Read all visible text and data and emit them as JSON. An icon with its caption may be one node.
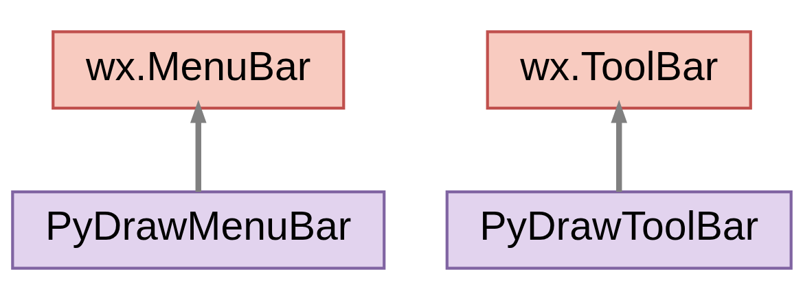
{
  "diagram": {
    "nodes": [
      {
        "text": [
          "wx.MenuBar"
        ]
      },
      {
        "text": [
          "wx.ToolBar"
        ]
      },
      {
        "text": [
          "PyDrawMenuBar"
        ]
      },
      {
        "text": [
          "PyDrawToolBar"
        ]
      }
    ],
    "edges": [
      {
        "from": 2,
        "to": 0,
        "arrow": "to"
      },
      {
        "from": 3,
        "to": 1,
        "arrow": "to"
      }
    ]
  }
}
